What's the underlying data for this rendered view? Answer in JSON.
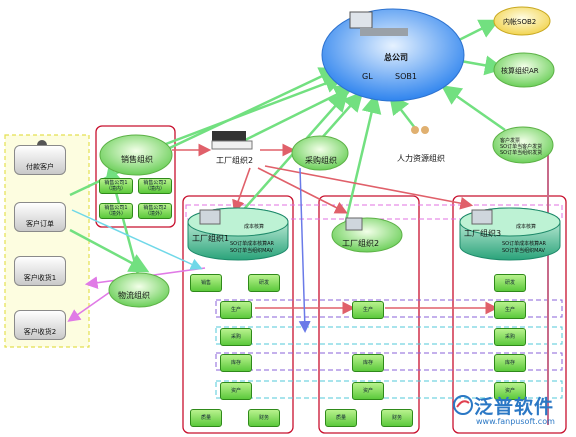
{
  "colors": {
    "accent_red": "#c8102e",
    "arrow_green": "#6fe07a",
    "ellipse_blue": "#5aa9ff",
    "customer_box": "#f4f4a0",
    "sheet_blue": "#2b78c5"
  },
  "hq": {
    "name": "总公司",
    "gl": "GL",
    "sob": "SOB1"
  },
  "top_nodes": {
    "sob2": "内帐SOB2",
    "ar": "核算组织AR"
  },
  "row_nodes": {
    "sales_org": "销售组织",
    "factory2_top": "工厂组织2",
    "purchase_org": "采购组织",
    "hr_org": "人力资源组织",
    "cost_org_line1": "客户发票",
    "cost_org_line2": "SO订单当客户发货",
    "cost_org_line3": "SO订单当组织发货"
  },
  "customers": [
    "付款客户",
    "客户订单",
    "客户收货1",
    "客户收货2"
  ],
  "sub_sales": [
    "销售公司1（境内）",
    "销售公司2（境内）",
    "销售公司1（境外）",
    "销售公司2（境外）"
  ],
  "logistics": "物流组织",
  "factories": {
    "f1": {
      "name": "工厂组织1",
      "note1": "成本核算",
      "note2": "SO订单成本核算AR",
      "note3": "SO订单当组织MAV"
    },
    "f2": {
      "name": "工厂组织2"
    },
    "f3": {
      "name": "工厂组织3",
      "note1": "成本核算",
      "note2": "SO订单成本核算AR",
      "note3": "SO订单当组织MAV"
    }
  },
  "modules": {
    "sales": "销售",
    "rd": "研发",
    "production": "生产",
    "purchase": "采购",
    "warehouse": "库存",
    "asset": "资产",
    "quality": "质量",
    "finance": "财务"
  },
  "watermark": {
    "brand": "泛普软件",
    "url": "www.fanpusoft.com"
  }
}
